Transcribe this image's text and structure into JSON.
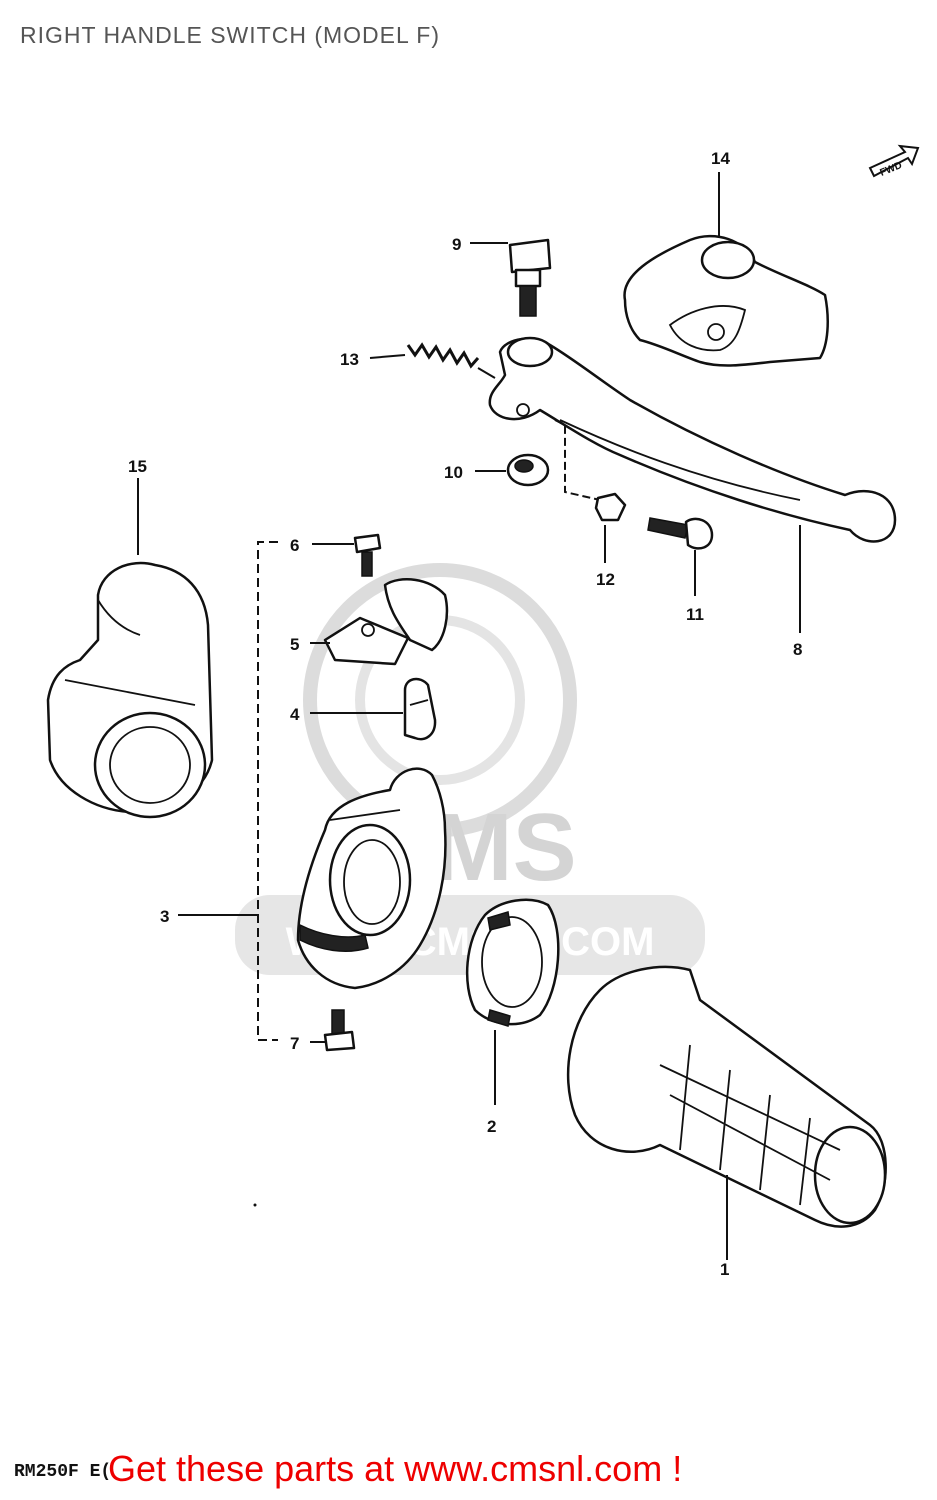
{
  "title": "RIGHT HANDLE SWITCH (MODEL F)",
  "direction_label": "FWD",
  "callouts": {
    "c1": "1",
    "c2": "2",
    "c3": "3",
    "c4": "4",
    "c5": "5",
    "c6": "6",
    "c7": "7",
    "c8": "8",
    "c9": "9",
    "c10": "10",
    "c11": "11",
    "c12": "12",
    "c13": "13",
    "c14": "14",
    "c15": "15"
  },
  "watermark": {
    "logo": "CMS",
    "url": "WWW.CMSNL.COM"
  },
  "model_code": "RM250F E(",
  "promo_text": "Get these parts at www.cmsnl.com !"
}
